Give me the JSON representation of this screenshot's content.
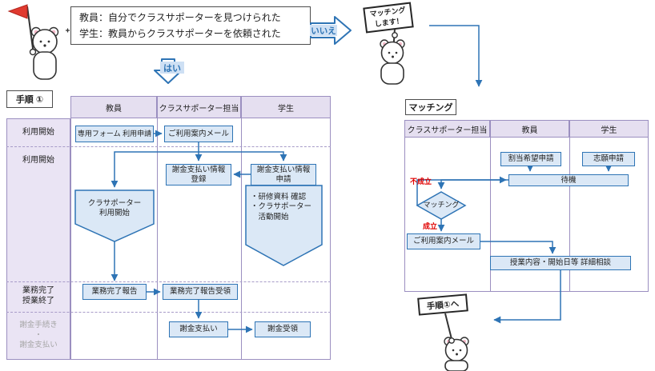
{
  "colors": {
    "accent": "#2E74B5",
    "lavender": "#E5DFF0",
    "node_fill": "#DBE8F6",
    "alert": "#E00000"
  },
  "top": {
    "note_line1": "教員：自分でクラスサポーターを見つけられた",
    "note_line2": "学生：教員からクラスサポーターを依頼された",
    "yes": "はい",
    "no": "いいえ",
    "sign_matching": "マッチング\nします！",
    "sign_step1": "手順①へ"
  },
  "procedure": {
    "title": "手順 ①",
    "columns": [
      "教員",
      "クラスサポーター担当",
      "学生"
    ],
    "rows": [
      "利用開始",
      "利用開始",
      "業務完了\n授業終了",
      "謝金手続き\n・\n謝金支払い"
    ],
    "nodes": {
      "apply_form": "専用フォーム 利用申請",
      "guide_mail": "ご利用案内メール",
      "pay_info_register": "謝金支払い情報\n登録",
      "pay_info_apply": "謝金支払い情報\n申請",
      "teacher_start": "クラサポーター\n利用開始",
      "student_start": "・研修資料 確認\n・クラサポーター\n　活動開始",
      "work_report": "業務完了報告",
      "work_report_receive": "業務完了報告受領",
      "pay": "謝金支払い",
      "pay_receive": "謝金受領"
    }
  },
  "matching": {
    "title": "マッチング",
    "columns": [
      "クラスサポーター担当",
      "教員",
      "学生"
    ],
    "nodes": {
      "assign_request": "割当希望申請",
      "volunteer_apply": "志願申請",
      "wait": "待機",
      "matching": "マッチング",
      "fail": "不成立",
      "success": "成立",
      "guide_mail": "ご利用案内メール",
      "consult": "授業内容・開始日等 詳細相談"
    }
  }
}
